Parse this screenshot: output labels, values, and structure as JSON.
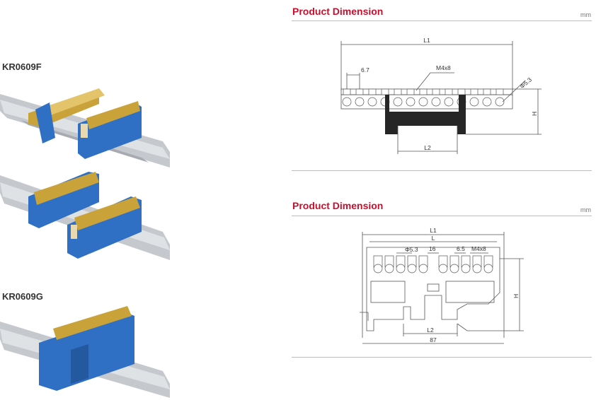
{
  "products": [
    {
      "model": "KR0609F"
    },
    {
      "model": "KR0609G"
    }
  ],
  "sections": [
    {
      "title": "Product Dimension",
      "unit": "mm",
      "labels": {
        "l1": "L1",
        "l2": "L2",
        "h": "H",
        "pitch": "6.7",
        "screw": "M4x8",
        "hole": "Φ5.3"
      }
    },
    {
      "title": "Product Dimension",
      "unit": "mm",
      "labels": {
        "l1": "L1",
        "l": "L",
        "hole": "Φ5.3",
        "gap": "16",
        "pitch": "6.5",
        "screw": "M4x8",
        "h": "H",
        "l2": "L2",
        "overall": "87"
      }
    }
  ],
  "colors": {
    "accent": "#c8102e",
    "housing": "#2f6fc4",
    "brass": "#c9a23a",
    "rail": "#b8bcc2",
    "dark_part": "#262626"
  }
}
